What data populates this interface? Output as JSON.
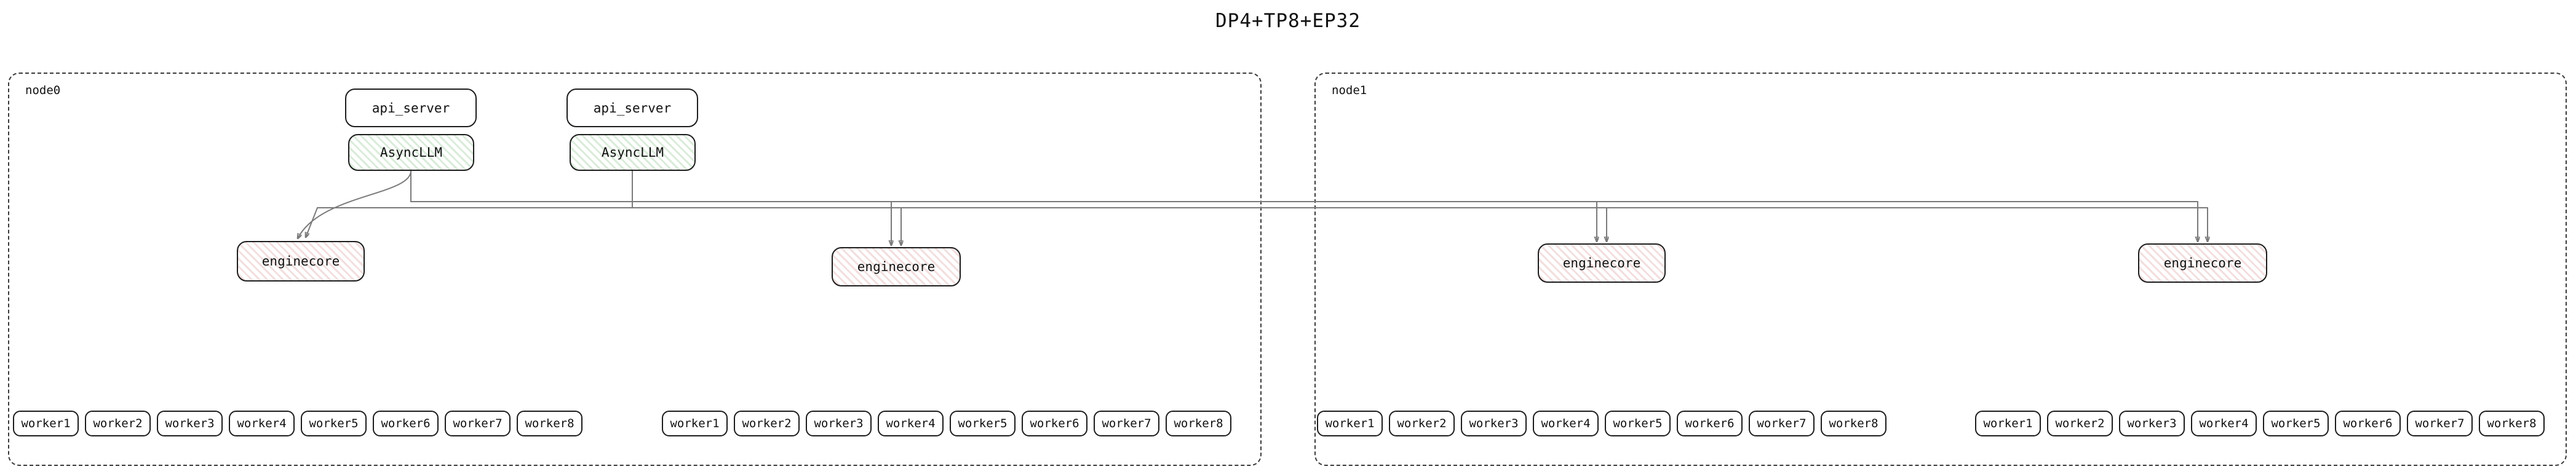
{
  "title": "DP4+TP8+EP32",
  "colors": {
    "background": "#ffffff",
    "box_border": "#1c1c1c",
    "node_border_dashed": "#3a3a3a",
    "asyncllm_hatch_green": "#d9ecd9",
    "enginecore_hatch_pink": "#f3dede",
    "edge_gray": "#7a7a7a"
  },
  "nodes": [
    {
      "label": "node0",
      "api_servers": [
        {
          "label": "api_server",
          "engine_label": "AsyncLLM"
        },
        {
          "label": "api_server",
          "engine_label": "AsyncLLM"
        }
      ],
      "enginecores": [
        {
          "label": "enginecore"
        },
        {
          "label": "enginecore"
        }
      ],
      "worker_groups": [
        {
          "workers": [
            "worker1",
            "worker2",
            "worker3",
            "worker4",
            "worker5",
            "worker6",
            "worker7",
            "worker8"
          ]
        },
        {
          "workers": [
            "worker1",
            "worker2",
            "worker3",
            "worker4",
            "worker5",
            "worker6",
            "worker7",
            "worker8"
          ]
        }
      ]
    },
    {
      "label": "node1",
      "enginecores": [
        {
          "label": "enginecore"
        },
        {
          "label": "enginecore"
        }
      ],
      "worker_groups": [
        {
          "workers": [
            "worker1",
            "worker2",
            "worker3",
            "worker4",
            "worker5",
            "worker6",
            "worker7",
            "worker8"
          ]
        },
        {
          "workers": [
            "worker1",
            "worker2",
            "worker3",
            "worker4",
            "worker5",
            "worker6",
            "worker7",
            "worker8"
          ]
        }
      ]
    }
  ]
}
